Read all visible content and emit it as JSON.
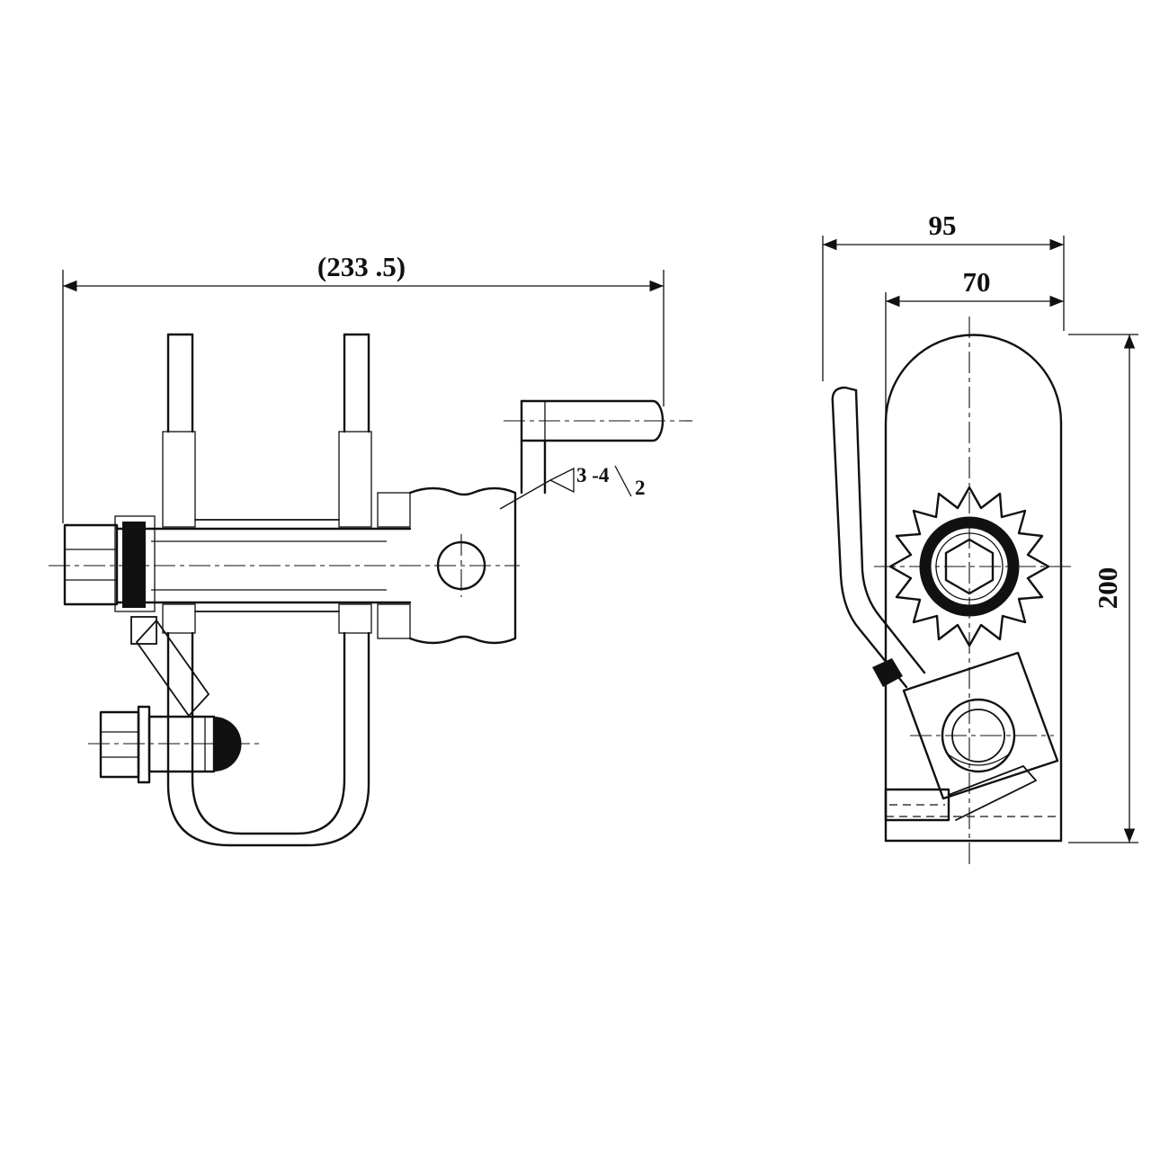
{
  "drawing": {
    "type": "technical-drawing",
    "subject": "hand winch, two orthographic views",
    "colors": {
      "line": "#111111",
      "background": "#ffffff"
    }
  },
  "dimensions": {
    "overall_width": "(233 .5)",
    "depth": "95",
    "inner_width": "70",
    "height": "200"
  },
  "surface_finish": {
    "range": "3 -4",
    "grade": "2"
  }
}
